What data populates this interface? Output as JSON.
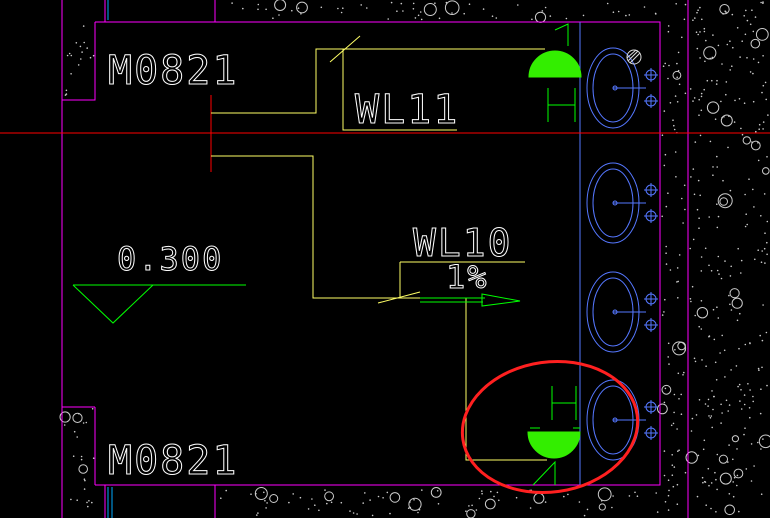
{
  "labels": {
    "door_top": "M0821",
    "door_bottom": "M0821",
    "pipe_wl11": "WL11",
    "pipe_wl10": "WL10",
    "slope": "1%",
    "elevation": "0.300",
    "fixture_top": "H",
    "fixture_bottom": "H"
  },
  "colors": {
    "background": "#000000",
    "wall": "#ff00ff",
    "crosshair": "#ff0000",
    "pipe": "#ffff66",
    "annotation": "#00ff00",
    "fixture_fill": "#33ee00",
    "basin": "#5577ff",
    "hatch": "#dddddd",
    "text": "#ffffff",
    "highlight_circle": "#ff2020"
  }
}
